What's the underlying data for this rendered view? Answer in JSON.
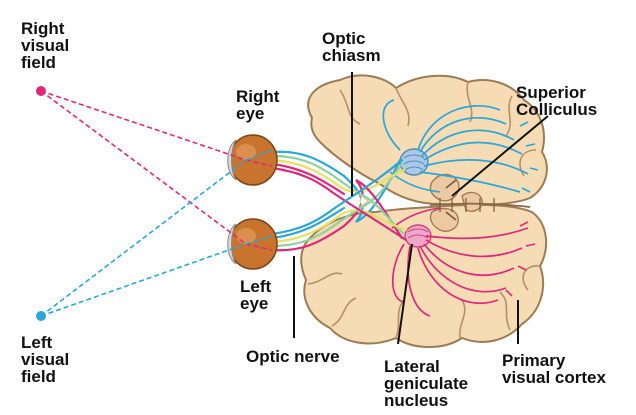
{
  "labels": {
    "right_visual_field": [
      "Right",
      "visual",
      "field"
    ],
    "left_visual_field": [
      "Left",
      "visual",
      "field"
    ],
    "right_eye": [
      "Right",
      "eye"
    ],
    "left_eye": [
      "Left",
      "eye"
    ],
    "optic_chiasm": [
      "Optic",
      "chiasm"
    ],
    "superior_colliculus": [
      "Superior",
      "Colliculus"
    ],
    "optic_nerve": [
      "Optic nerve"
    ],
    "lateral_geniculate_nucleus": [
      "Lateral",
      "geniculate",
      "nucleus"
    ],
    "primary_visual_cortex": [
      "Primary",
      "visual cortex"
    ]
  },
  "colors": {
    "right_field_pathway": "#e0287a",
    "left_field_pathway": "#2aa6d8",
    "brain_tissue": "#f5dcb4",
    "brain_outline": "#9c7c55",
    "eye": "#c8732e",
    "nerve_bundle": "#8fd0a0"
  }
}
